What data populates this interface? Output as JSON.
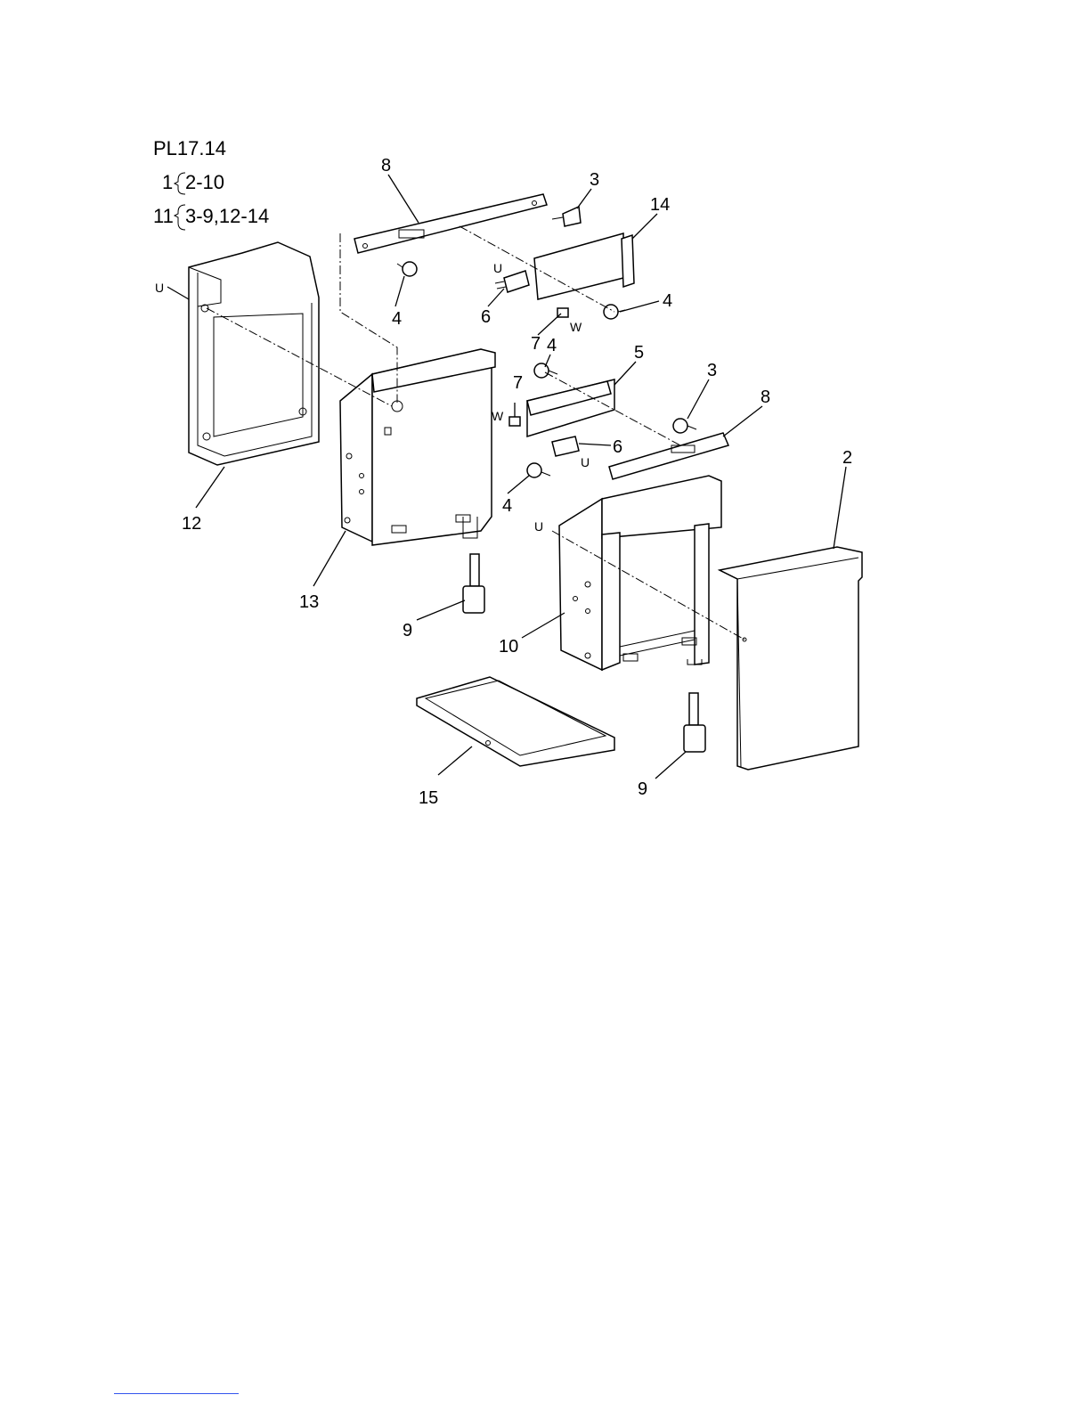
{
  "plate": {
    "id": "PL17.14",
    "groups": [
      {
        "parent": "1",
        "children": "2-10"
      },
      {
        "parent": "11",
        "children": "3-9,12-14"
      }
    ]
  },
  "callouts": {
    "c2": "2",
    "c3a": "3",
    "c3b": "3",
    "c4a": "4",
    "c4b": "4",
    "c4c": "4",
    "c4d": "4",
    "c5": "5",
    "c6a": "6",
    "c6b": "6",
    "c7a": "7",
    "c7b": "7",
    "c8a": "8",
    "c8b": "8",
    "c9a": "9",
    "c9b": "9",
    "c10": "10",
    "c12": "12",
    "c13": "13",
    "c14": "14",
    "c15": "15"
  },
  "connectors": {
    "u1": "U",
    "u2": "U",
    "u3": "U",
    "u4": "U",
    "w1": "W",
    "w2": "W"
  }
}
